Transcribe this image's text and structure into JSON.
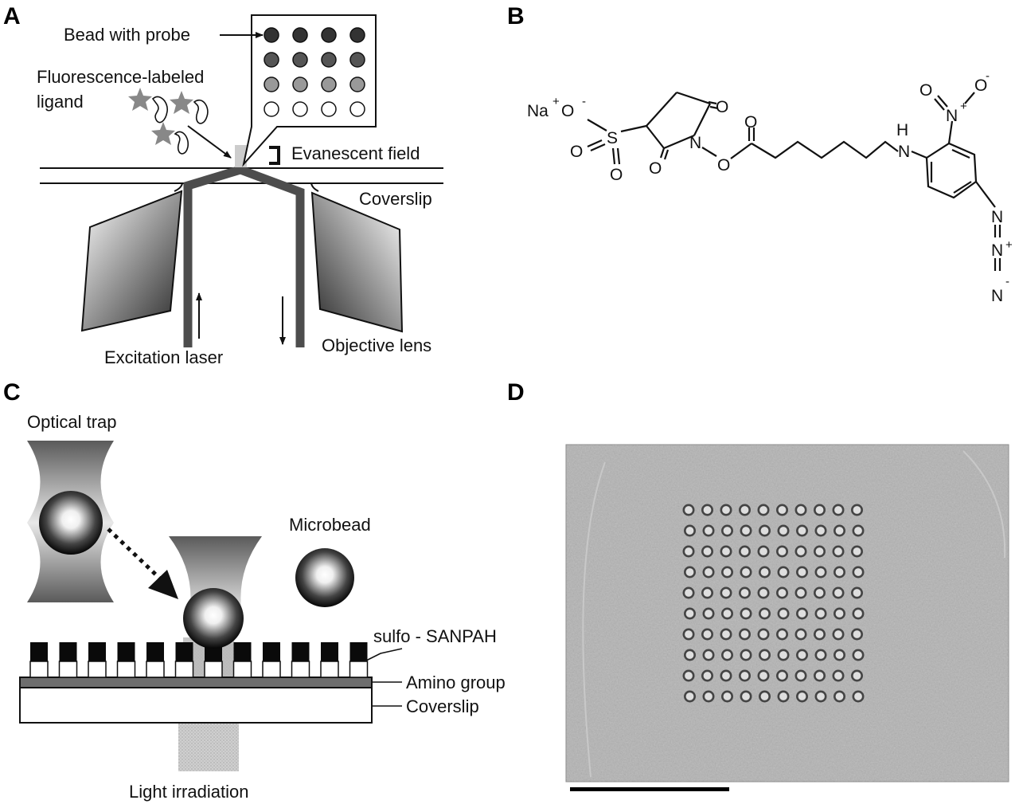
{
  "panels": {
    "a": {
      "letter": "A",
      "labels": {
        "bead_with_probe": "Bead with probe",
        "fluor_line1": "Fluorescence-labeled",
        "fluor_line2": "ligand",
        "evanescent_field": "Evanescent field",
        "coverslip": "Coverslip",
        "excitation_laser": "Excitation laser",
        "objective_lens": "Objective lens"
      },
      "bead_array_rows": [
        {
          "shade": "#333333"
        },
        {
          "shade": "#555555"
        },
        {
          "shade": "#999999"
        },
        {
          "shade": "#ffffff"
        }
      ],
      "bead_array_cols": 4
    },
    "b": {
      "letter": "B",
      "atoms": {
        "na": "Na",
        "plus": "+",
        "minus": "-",
        "o": "O",
        "s": "S",
        "n": "N",
        "h": "H"
      }
    },
    "c": {
      "letter": "C",
      "labels": {
        "optical_trap": "Optical trap",
        "microbead": "Microbead",
        "sulfo_sanpah": "sulfo - SANPAH",
        "amino_group": "Amino group",
        "coverslip": "Coverslip",
        "light_irradiation": "Light irradiation"
      },
      "linker_count": 12
    },
    "d": {
      "letter": "D",
      "microbead_grid": {
        "rows": 10,
        "cols": 10
      }
    }
  },
  "colors": {
    "beam": "#4d4d4d",
    "amino_layer": "#6e6e6e",
    "micrograph_bg": "#b3b3b3"
  }
}
